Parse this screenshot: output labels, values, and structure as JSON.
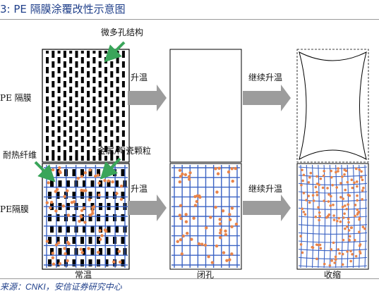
{
  "figure": {
    "title": "3: PE 隔膜涂覆改性示意图",
    "source": "来源：CNKI，安信证券研究中心"
  },
  "labels": {
    "micropore": "微多孔结构",
    "heat_fiber": "耐热纤维",
    "particles": "金属/陶瓷颗粒",
    "pe_top": "PE 隔膜",
    "pe_bottom": "PE隔膜",
    "heat_up_1": "升温",
    "continue_1": "继续升温",
    "heat_up_2": "升温",
    "continue_2": "继续升温",
    "room_temp": "常温",
    "pore_close": "闭孔",
    "shrink": "收缩"
  },
  "colors": {
    "arrow_gray": "#9c9c9c",
    "callout_green": "#3aa55a",
    "fiber_blue": "#3b63c4",
    "particle_orange": "#e8844a",
    "title_blue": "#1f3f8a"
  }
}
